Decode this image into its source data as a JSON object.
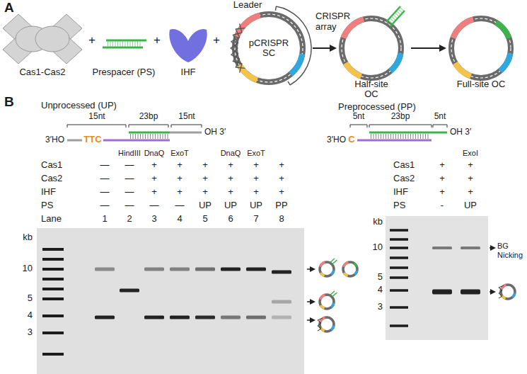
{
  "diagram": {
    "nodes": [
      {
        "text": [
          "pCRISPR SC"
        ]
      },
      {
        "text": [
          "Half-site OC"
        ]
      },
      {
        "text": [
          "Full-site OC"
        ]
      }
    ],
    "edges": [
      {
        "from": 0,
        "to": 1,
        "arrow": "to"
      },
      {
        "from": 1,
        "to": 2,
        "arrow": "to"
      }
    ],
    "labels": [
      "A",
      "Cas1-Cas2",
      "+",
      "Prespacer (PS)",
      "+",
      "IHF",
      "+",
      "Leader",
      "CRISPR array",
      "B",
      "Unprocessed (UP)",
      "15nt",
      "23bp",
      "15nt",
      "3′HO",
      "TTC",
      "OH 3′",
      "Preprocessed (PP)",
      "5nt",
      "23bp",
      "5nt",
      "3′HO",
      "C",
      "OH 3′",
      "HindIII",
      "DnaQ",
      "ExoT",
      "DnaQ",
      "ExoT",
      "Cas1",
      "—",
      "—",
      "+",
      "+",
      "+",
      "+",
      "+",
      "+",
      "Cas2",
      "—",
      "—",
      "+",
      "+",
      "+",
      "+",
      "+",
      "+",
      "IHF",
      "—",
      "—",
      "+",
      "+",
      "+",
      "+",
      "+",
      "+",
      "PS",
      "—",
      "—",
      "—",
      "—",
      "UP",
      "UP",
      "UP",
      "PP",
      "Lane",
      "1",
      "2",
      "3",
      "4",
      "5",
      "6",
      "7",
      "8",
      "kb",
      "10",
      "5",
      "4",
      "3",
      "ExoI",
      "Cas1",
      "+",
      "+",
      "Cas2",
      "+",
      "+",
      "IHF",
      "+",
      "+",
      "PS",
      "-",
      "UP",
      "kb",
      "10",
      "5",
      "4",
      "3",
      "BG Nicking"
    ]
  }
}
